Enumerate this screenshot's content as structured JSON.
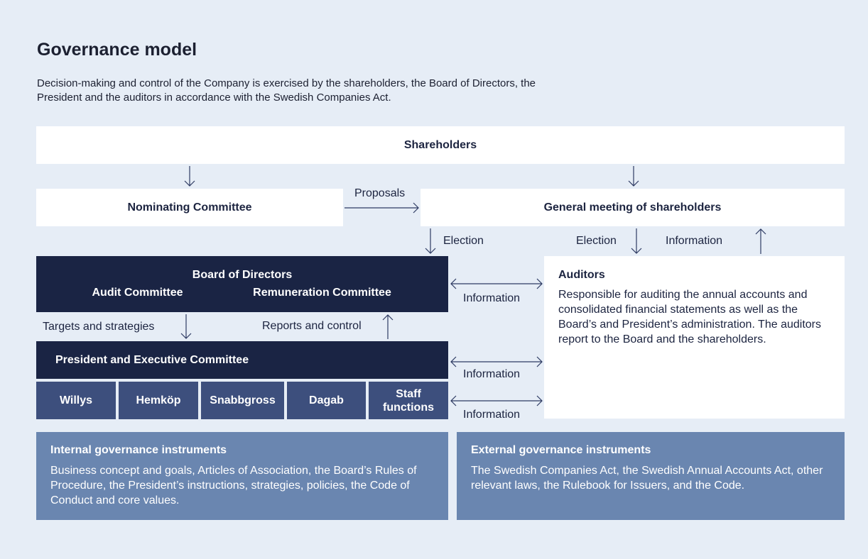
{
  "page": {
    "title": "Governance model",
    "intro": "Decision-making and control of the Company is exercised by the shareholders, the Board of Directors, the President and the auditors in accordance with the Swedish Companies Act."
  },
  "diagram": {
    "shareholders": "Shareholders",
    "nominating_committee": "Nominating Committee",
    "general_meeting": "General meeting of shareholders",
    "board": {
      "title": "Board of Directors",
      "audit_committee": "Audit Committee",
      "remuneration_committee": "Remuneration Committee"
    },
    "president": "President and Executive Committee",
    "units": [
      "Willys",
      "Hemköp",
      "Snabbgross",
      "Dagab",
      "Staff functions"
    ],
    "auditors": {
      "title": "Auditors",
      "text": "Responsible for auditing the annual accounts and consolidated financial statements as well as the Board’s and President’s administration. The auditors report to the Board and the shareholders."
    },
    "labels": {
      "proposals": "Proposals",
      "election_left": "Election",
      "election_right": "Election",
      "information_up": "Information",
      "information_board": "Information",
      "information_president": "Information",
      "information_units": "Information",
      "targets": "Targets and strategies",
      "reports": "Reports and control"
    },
    "internal": {
      "title": "Internal governance instruments",
      "text": "Business concept and goals, Articles of Association, the Board’s Rules of Procedure, the President’s instructions, strategies, policies, the Code of Conduct and core values."
    },
    "external": {
      "title": "External governance instruments",
      "text": "The Swedish Companies Act, the Swedish Annual Accounts Act, other relevant laws, the Rulebook for Issuers, and the Code."
    }
  },
  "colors": {
    "background": "#e6edf6",
    "navy": "#1a2444",
    "unit_blue": "#3d4f7d",
    "steel_blue": "#6a86b0",
    "white": "#ffffff"
  }
}
